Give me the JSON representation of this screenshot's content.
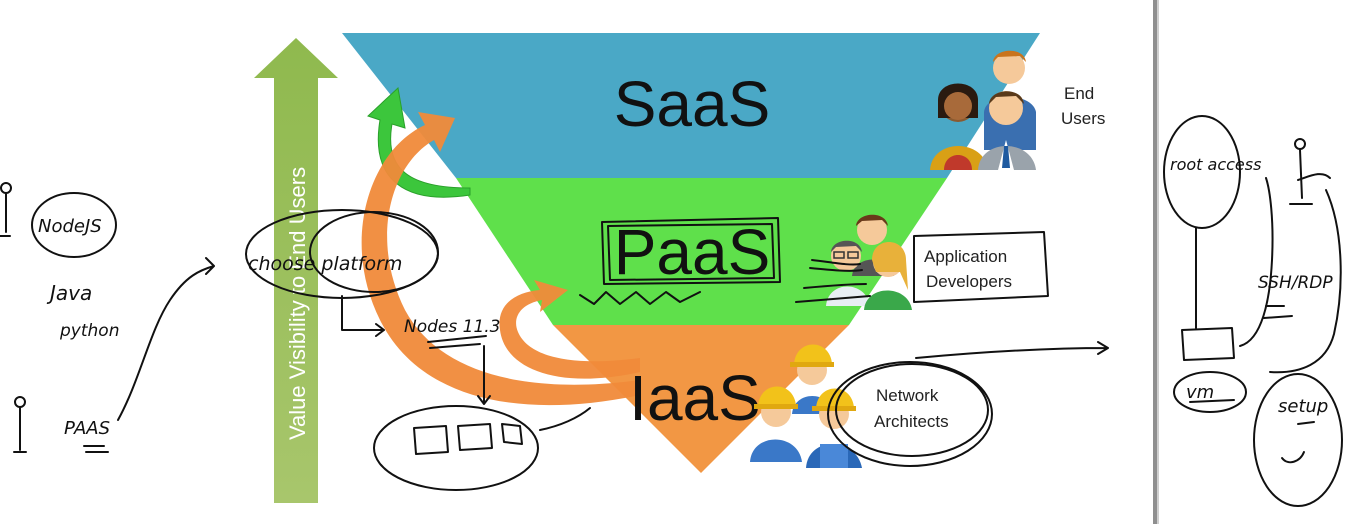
{
  "diagram": {
    "layers": [
      {
        "id": "saas",
        "label": "SaaS",
        "color": "#4aa8c6",
        "audience": [
          "End",
          "Users"
        ]
      },
      {
        "id": "paas",
        "label": "PaaS",
        "color": "#5fe04b",
        "audience": [
          "Application",
          "Developers"
        ]
      },
      {
        "id": "iaas",
        "label": "IaaS",
        "color": "#f29744",
        "audience": [
          "Network",
          "Architects"
        ]
      }
    ],
    "axis_label": "Value Visibility to End Users",
    "axis_color": "#9bbb59",
    "arrow_colors": {
      "green": "#3cc63c",
      "orange": "#f08a3a"
    }
  },
  "annotations": {
    "left": [
      "NodeJS",
      "Java",
      "python",
      "PAAS"
    ],
    "center": [
      "choose platform",
      "Nodes 11.3",
      "SSH/RDP"
    ],
    "right": [
      "root access",
      "vm",
      "setup"
    ]
  }
}
